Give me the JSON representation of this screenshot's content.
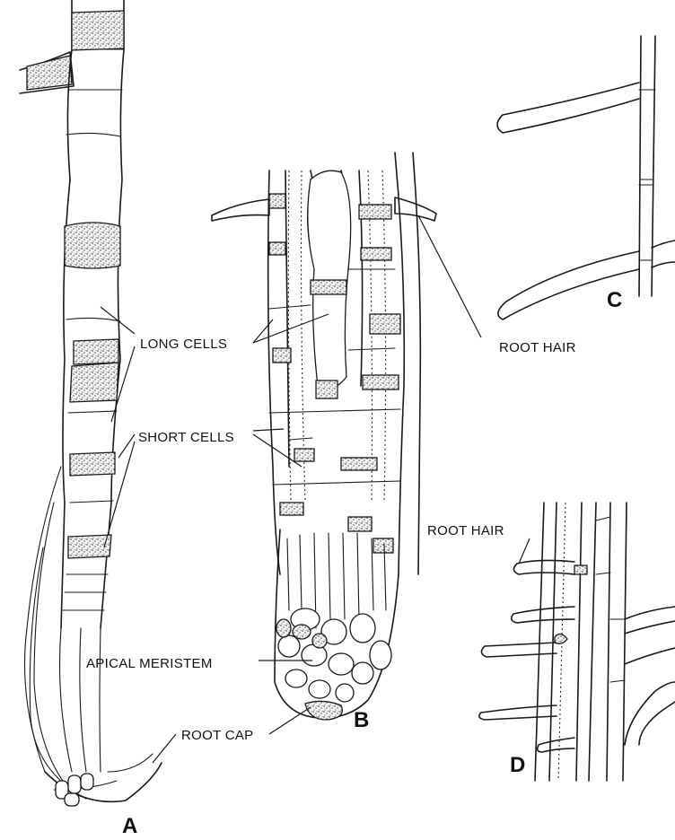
{
  "labels": {
    "long_cells": "LONG CELLS",
    "short_cells": "SHORT CELLS",
    "root_hair_c": "ROOT HAIR",
    "root_hair_d": "ROOT HAIR",
    "apical_meristem": "APICAL MERISTEM",
    "root_cap": "ROOT CAP"
  },
  "panels": {
    "a": "A",
    "b": "B",
    "c": "C",
    "d": "D"
  }
}
